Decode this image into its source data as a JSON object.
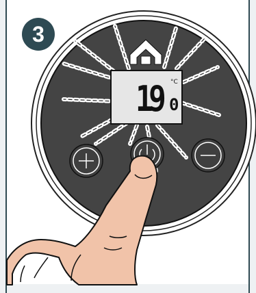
{
  "step": {
    "number": "3"
  },
  "display": {
    "integer": "19",
    "decimal": "0",
    "unit": "°C"
  },
  "buttons": {
    "plus": "plus-icon",
    "power": "power-icon",
    "minus": "minus-icon"
  },
  "colors": {
    "badge": "#2e4a53",
    "device_face": "#444444",
    "lcd_background": "#e6e6e6",
    "skin": "#f1c3a9"
  }
}
